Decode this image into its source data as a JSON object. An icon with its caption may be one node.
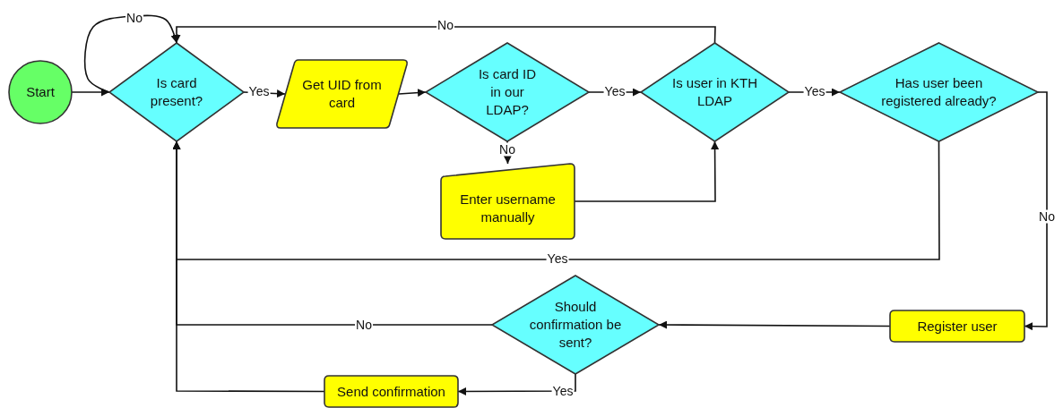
{
  "diagram": {
    "nodes": [
      {
        "text": [
          "Start"
        ]
      },
      {
        "text": [
          "Is card present?"
        ]
      },
      {
        "text": [
          "Get UID from card"
        ]
      },
      {
        "text": [
          "Is card ID in our LDAP?"
        ]
      },
      {
        "text": [
          "Is user in KTH LDAP"
        ]
      },
      {
        "text": [
          "Has user been registered already?"
        ]
      },
      {
        "text": [
          "Enter username manually"
        ]
      },
      {
        "text": [
          "Register user"
        ]
      },
      {
        "text": [
          "Should confirmation be sent?"
        ]
      },
      {
        "text": [
          "Send confirmation"
        ]
      }
    ],
    "edges": [
      {
        "from": 0,
        "to": 1,
        "arrow": "to"
      },
      {
        "from": 1,
        "to": 1,
        "arrow": "to",
        "label": "No"
      },
      {
        "from": 1,
        "to": 2,
        "arrow": "to",
        "label": "Yes"
      },
      {
        "from": 2,
        "to": 3,
        "arrow": "to"
      },
      {
        "from": 3,
        "to": 4,
        "arrow": "to",
        "label": "Yes"
      },
      {
        "from": 3,
        "to": 6,
        "arrow": "to",
        "label": "No"
      },
      {
        "from": 6,
        "to": 4,
        "arrow": "to"
      },
      {
        "from": 4,
        "to": 1,
        "arrow": "to",
        "label": "No"
      },
      {
        "from": 4,
        "to": 5,
        "arrow": "to",
        "label": "Yes"
      },
      {
        "from": 5,
        "to": 1,
        "arrow": "to",
        "label": "Yes"
      },
      {
        "from": 5,
        "to": 7,
        "arrow": "to",
        "label": "No"
      },
      {
        "from": 7,
        "to": 8,
        "arrow": "to"
      },
      {
        "from": 8,
        "to": 1,
        "arrow": "to",
        "label": "No"
      },
      {
        "from": 8,
        "to": 9,
        "arrow": "to",
        "label": "Yes"
      },
      {
        "from": 9,
        "to": 1,
        "arrow": "to"
      }
    ]
  }
}
